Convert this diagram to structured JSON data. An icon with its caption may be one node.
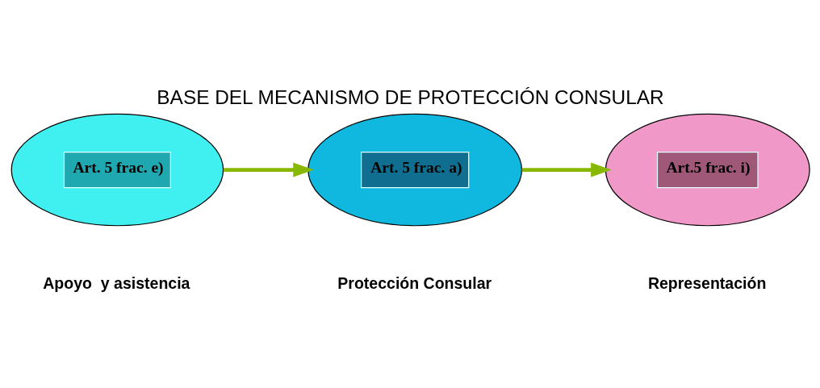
{
  "diagram": {
    "title": "BASE DEL MECANISMO DE PROTECCIÓN CONSULAR",
    "nodes": [
      {
        "text": [
          "Art. 5 frac. e)"
        ],
        "beside": [
          "Apoyo  y asistencia"
        ]
      },
      {
        "text": [
          "Art. 5 frac. a)"
        ],
        "beside": [
          "Protección Consular"
        ]
      },
      {
        "text": [
          "Art.5 frac. i)"
        ],
        "beside": [
          "Representación"
        ]
      }
    ],
    "edges": [
      {
        "from": 0,
        "to": 1,
        "arrow": "to"
      },
      {
        "from": 1,
        "to": 2,
        "arrow": "to"
      }
    ]
  }
}
